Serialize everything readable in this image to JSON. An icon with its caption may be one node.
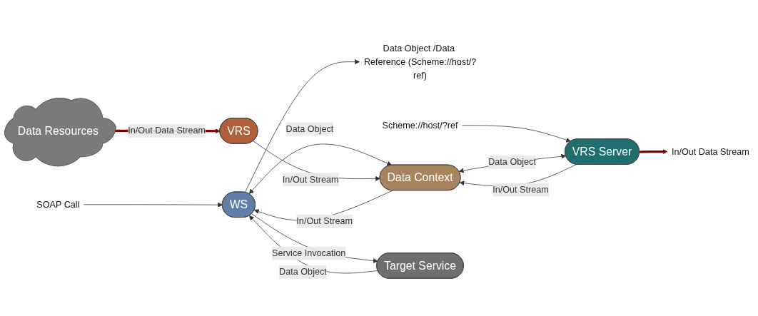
{
  "diagram": {
    "nodes": [
      {
        "text": [
          "SOAP Call"
        ]
      },
      {
        "text": [
          "Data Object /Data Reference (Scheme://host/?ref)"
        ]
      },
      {
        "text": [
          "Scheme://host/?ref"
        ]
      },
      {
        "text": [
          "WS"
        ]
      },
      {
        "text": [
          "Data Context"
        ]
      },
      {
        "text": [
          "VRS Server"
        ]
      },
      {
        "text": [
          "In/Out Data Stream"
        ]
      },
      {
        "text": [
          "Target Service"
        ]
      },
      {
        "text": [
          "VRS"
        ]
      },
      {
        "text": [
          "Data Resources"
        ]
      }
    ],
    "edges": [
      {
        "from": 0,
        "to": 3,
        "arrow": "to"
      },
      {
        "from": 3,
        "to": 1,
        "arrow": "to"
      },
      {
        "from": 2,
        "to": 5,
        "arrow": "to"
      },
      {
        "from": 3,
        "to": 4,
        "arrow": "both",
        "label": "Data Object"
      },
      {
        "from": 4,
        "to": 3,
        "arrow": "to",
        "label": "In/Out Stream"
      },
      {
        "from": 4,
        "to": 5,
        "arrow": "both",
        "label": "Data Object"
      },
      {
        "from": 5,
        "to": 4,
        "arrow": "to",
        "label": "In/Out Stream"
      },
      {
        "from": 5,
        "to": 6,
        "arrow": "to",
        "style": "thick",
        "color": "#800000"
      },
      {
        "from": 3,
        "to": 7,
        "arrow": "to",
        "label": "Service Invocation"
      },
      {
        "from": 7,
        "to": 3,
        "arrow": "to",
        "label": "Data Object"
      },
      {
        "from": 8,
        "to": 4,
        "arrow": "to",
        "label": "In/Out Stream"
      },
      {
        "from": 9,
        "to": 8,
        "arrow": "to",
        "label": "In/Out Data Stream",
        "style": "thick",
        "color": "#800000"
      }
    ]
  }
}
